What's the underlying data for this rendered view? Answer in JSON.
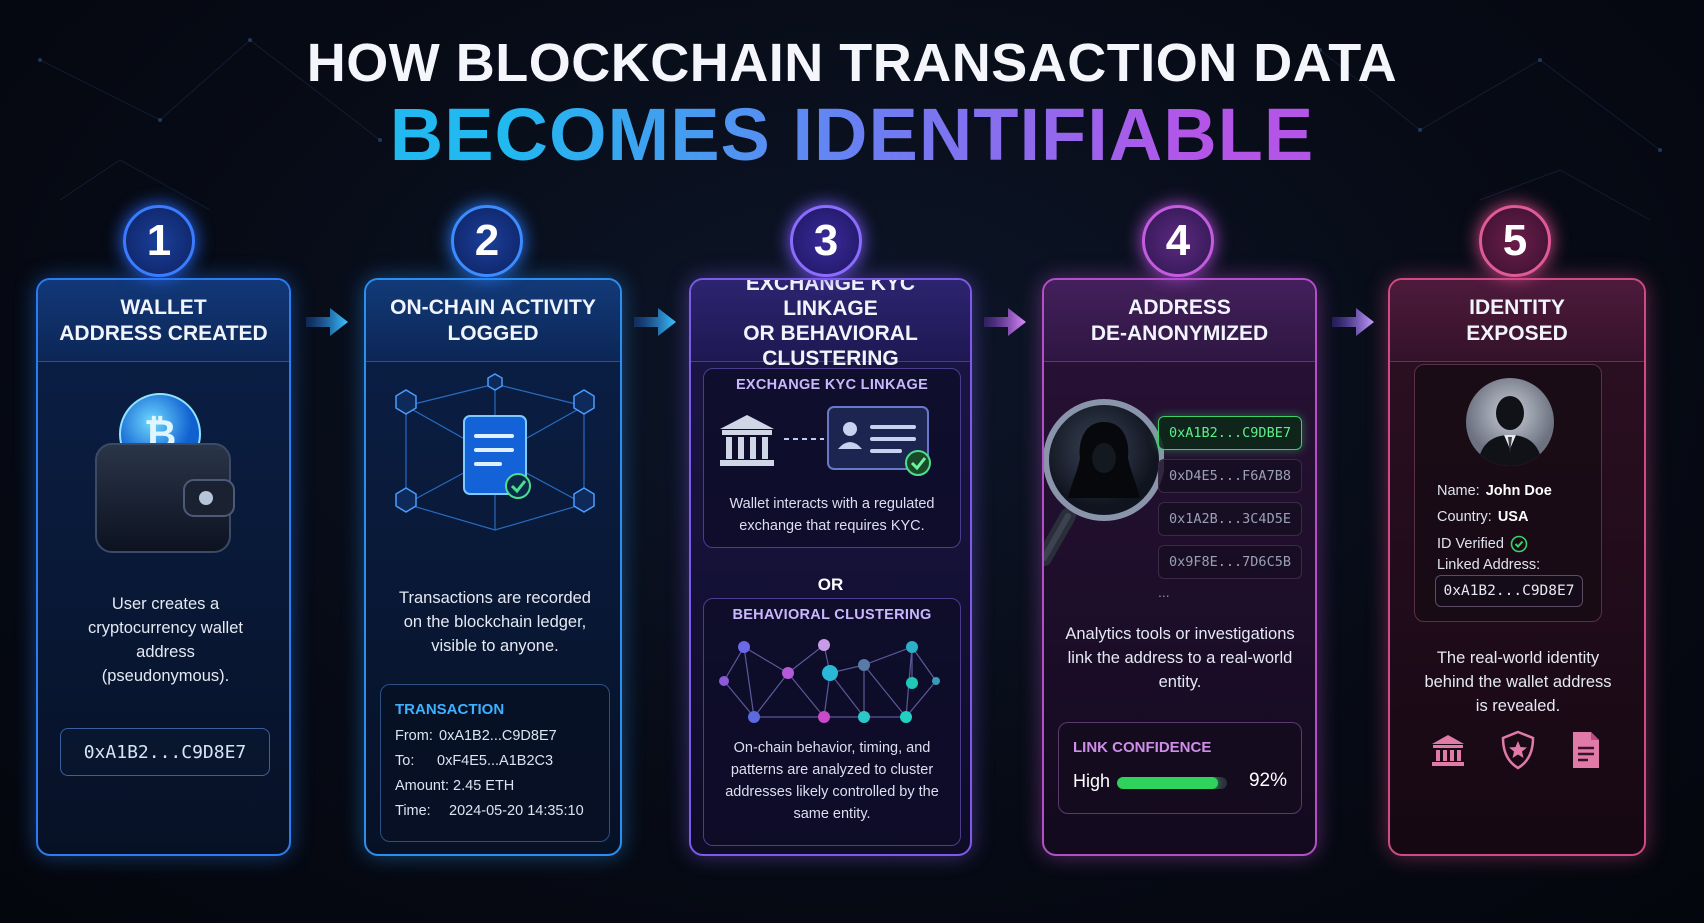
{
  "title": {
    "line1": "HOW BLOCKCHAIN TRANSACTION DATA",
    "line2": "BECOMES IDENTIFIABLE"
  },
  "colors": {
    "blue": "#2b7cf0",
    "violet": "#7d5ae8",
    "magenta": "#b54fc8",
    "pink": "#d04a86",
    "green": "#2fd35c"
  },
  "steps": [
    {
      "number": "1",
      "title": "WALLET\nADDRESS CREATED",
      "icon": "bitcoin-wallet-icon",
      "description": "User creates a cryptocurrency wallet address (pseudonymous).",
      "address": "0xA1B2...C9D8E7"
    },
    {
      "number": "2",
      "title": "ON-CHAIN ACTIVITY\nLOGGED",
      "icon": "blockchain-ledger-icon",
      "description": "Transactions are recorded on the blockchain ledger, visible to anyone.",
      "transaction": {
        "title": "TRANSACTION",
        "from_label": "From:",
        "from": "0xA1B2...C9D8E7",
        "to_label": "To:",
        "to": "0xF4E5...A1B2C3",
        "amount_label": "Amount:",
        "amount": "2.45 ETH",
        "time_label": "Time:",
        "time": "2024-05-20 14:35:10"
      }
    },
    {
      "number": "3",
      "title": "EXCHANGE KYC LINKAGE\nOR BEHAVIORAL\nCLUSTERING",
      "kyc": {
        "title": "EXCHANGE KYC LINKAGE",
        "icons": [
          "bank-icon",
          "id-card-icon"
        ],
        "text": "Wallet interacts with a regulated exchange that requires KYC."
      },
      "or_label": "OR",
      "clustering": {
        "title": "BEHAVIORAL CLUSTERING",
        "icon": "cluster-graph-icon",
        "text": "On-chain behavior, timing, and patterns are analyzed to cluster addresses likely controlled by the same entity."
      }
    },
    {
      "number": "4",
      "title": "ADDRESS\nDE-ANONYMIZED",
      "icon": "magnifier-hooded-figure-icon",
      "addresses": [
        "0xA1B2...C9DBE7",
        "0xD4E5...F6A7B8",
        "0x1A2B...3C4D5E",
        "0x9F8E...7D6C5B"
      ],
      "ellipsis": "...",
      "description": "Analytics tools or investigations link the address to a real-world entity.",
      "confidence": {
        "title": "LINK CONFIDENCE",
        "level": "High",
        "percent_label": "92%",
        "value": 0.92
      }
    },
    {
      "number": "5",
      "title": "IDENTITY\nEXPOSED",
      "icon": "person-avatar-icon",
      "identity": {
        "name_label": "Name:",
        "name": "John Doe",
        "country_label": "Country:",
        "country": "USA",
        "verified_label": "ID Verified",
        "linked_label": "Linked Address:",
        "linked_address": "0xA1B2...C9D8E7"
      },
      "description": "The real-world identity behind the wallet address is revealed.",
      "bottom_icons": [
        "bank-icon",
        "police-badge-icon",
        "document-icon"
      ]
    }
  ]
}
